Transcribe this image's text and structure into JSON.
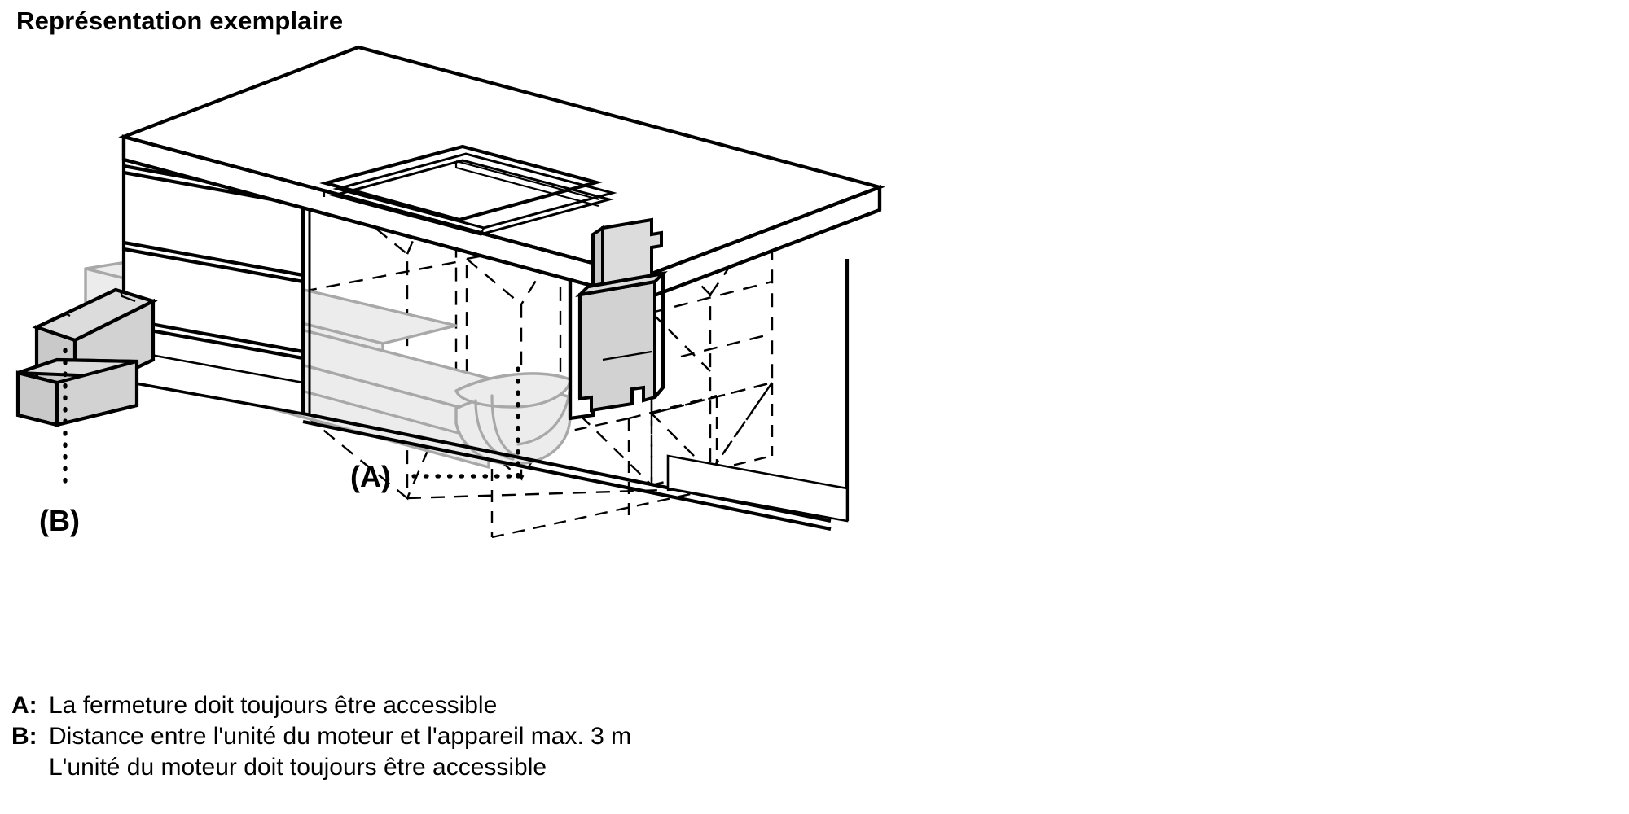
{
  "title": "Représentation exemplaire",
  "callouts": {
    "a": "(A)",
    "b": "(B)"
  },
  "legend": [
    {
      "key": "A:",
      "text": "La fermeture doit toujours être accessible",
      "continuation": null
    },
    {
      "key": "B:",
      "text": "Distance entre l'unité du moteur et l'appareil max. 3 m",
      "continuation": "L'unité du moteur doit toujours être accessible"
    }
  ],
  "colors": {
    "line": "#000000",
    "background": "#ffffff",
    "grey_component": "#c9c9c9",
    "duct_fill": "#ececec",
    "duct_stroke": "#a8a8a8"
  },
  "diagram": {
    "type": "isometric-technical-drawing",
    "description": "Kitchen island cabinet in isometric view with cooktop, downdraft extractor, ducting and remote motor unit",
    "parts": [
      "worktop",
      "cooktop-plate",
      "drawer-front-upper",
      "drawer-front-middle",
      "drawer-front-lower",
      "cabinet-carcass",
      "plinth",
      "extractor-unit",
      "flat-duct",
      "duct-elbow",
      "motor-unit",
      "hidden-construction-lines"
    ]
  }
}
